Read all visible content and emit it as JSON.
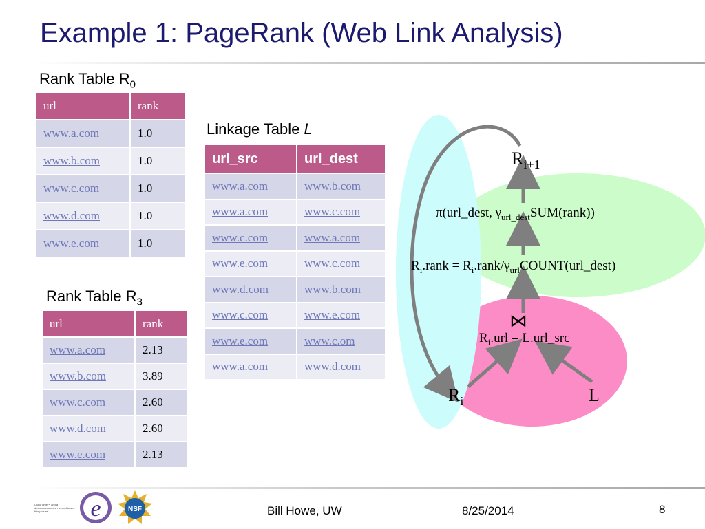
{
  "title": "Example 1: PageRank (Web  Link Analysis)",
  "rank_table_r0": {
    "caption": "Rank Table  R",
    "caption_sub": "0",
    "headers": [
      "url",
      "rank"
    ],
    "rows": [
      [
        "www.a.com",
        "1.0"
      ],
      [
        "www.b.com",
        "1.0"
      ],
      [
        "www.c.com",
        "1.0"
      ],
      [
        "www.d.com",
        "1.0"
      ],
      [
        "www.e.com",
        "1.0"
      ]
    ]
  },
  "rank_table_r3": {
    "caption": "Rank Table  R",
    "caption_sub": "3",
    "headers": [
      "url",
      "rank"
    ],
    "rows": [
      [
        "www.a.com",
        "2.13"
      ],
      [
        "www.b.com",
        "3.89"
      ],
      [
        "www.c.com",
        "2.60"
      ],
      [
        "www.d.com",
        "2.60"
      ],
      [
        "www.e.com",
        "2.13"
      ]
    ]
  },
  "linkage_table": {
    "caption": "Linkage Table ",
    "caption_italic": "L",
    "headers": [
      "url_src",
      "url_dest"
    ],
    "rows": [
      [
        "www.a.com",
        "www.b.com"
      ],
      [
        "www.a.com",
        "www.c.com"
      ],
      [
        "www.c.com",
        "www.a.com"
      ],
      [
        "www.e.com",
        "www.c.com"
      ],
      [
        "www.d.com",
        "www.b.com"
      ],
      [
        "www.c.com",
        "www.e.com"
      ],
      [
        "www.e.com",
        "www.c.om"
      ],
      [
        "www.a.com",
        "www.d.com"
      ]
    ]
  },
  "diagram": {
    "r_next": "R",
    "r_next_sub": "i+1",
    "projection": {
      "pre": "π(url_dest, γ",
      "sub": "url_dest",
      "post": "SUM(rank))"
    },
    "rank_update": {
      "p1": "R",
      "s1": "i",
      "p2": ".rank = R",
      "s2": "i",
      "p3": ".rank/γ",
      "s3": "url",
      "p4": "COUNT(url_dest)"
    },
    "join_symbol": "⋈",
    "join_condition": {
      "p1": "R",
      "s1": "i",
      "p2": ".url = L.url_src"
    },
    "r_i": "R",
    "r_i_sub": "i",
    "l_label": "L",
    "colors": {
      "cyan": "#ccfcfc",
      "green": "#ccfcc9",
      "pink": "#fc8cc6"
    }
  },
  "footer": {
    "author": "Bill Howe, UW",
    "date": "8/25/2014",
    "page": "8",
    "note_text": "QuickTime™ and a decompressor are needed to see this picture.",
    "escience_logo": "e",
    "nsf_logo": "NSF"
  }
}
